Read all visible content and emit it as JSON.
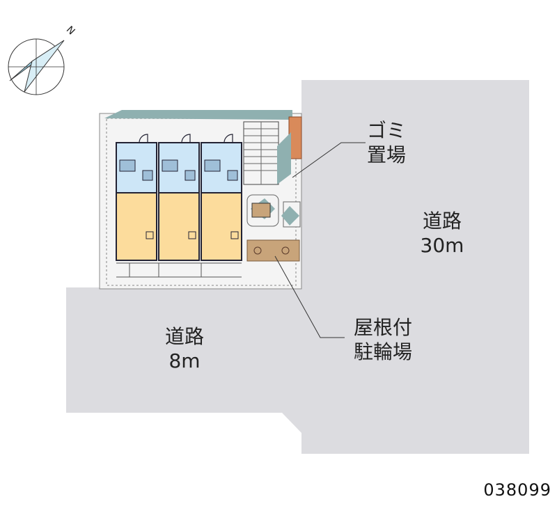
{
  "labels": {
    "garbage_line1": "ゴミ",
    "garbage_line2": "置場",
    "road_main_name": "道路",
    "road_main_width": "30m",
    "road_side_name": "道路",
    "road_side_width": "8m",
    "bike_line1": "屋根付",
    "bike_line2": "駐輪場"
  },
  "compass": {
    "north_label": "N"
  },
  "property_code": "038099",
  "colors": {
    "road": "#dcdce0",
    "lot": "#f2f2f2",
    "room_main": "#fcdc9c",
    "room_wet": "#cde6f7",
    "accent_teal": "#8fb0b0",
    "brick": "#d98a5a",
    "bike_roof": "#c8a47a"
  }
}
